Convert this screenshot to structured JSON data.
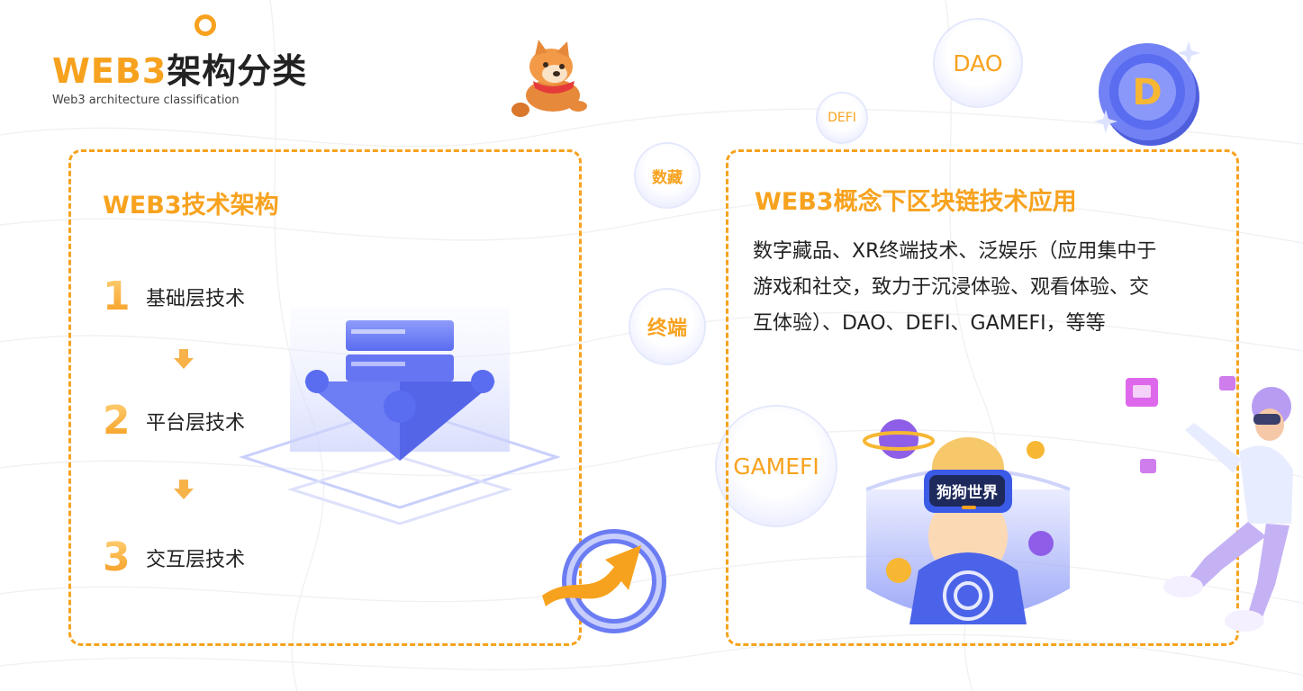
{
  "header": {
    "title_accent": "WEB3",
    "title_rest": "架构分类",
    "subtitle": "Web3 architecture classification"
  },
  "left_panel": {
    "heading": "WEB3技术架构",
    "layers": [
      {
        "num": "1",
        "label": "基础层技术"
      },
      {
        "num": "2",
        "label": "平台层技术"
      },
      {
        "num": "3",
        "label": "交互层技术"
      }
    ]
  },
  "right_panel": {
    "heading": "WEB3概念下区块链技术应用",
    "description_lines": [
      "数字藏品、XR终端技术、泛娱乐（应用集中于",
      "游戏和社交，致力于沉浸体验、观看体验、交",
      "互体验）、DAO、DEFI、GAMEFI，等等"
    ],
    "vr_label": "狗狗世界"
  },
  "bubbles": {
    "dao": "DAO",
    "defi": "DEFI",
    "shuzang": "数藏",
    "zhongduan": "终端",
    "gamefi": "GAMEFI"
  },
  "coin_letter": "D",
  "icons": [
    "shiba-dog-icon",
    "coin-icon",
    "server-stack-icon",
    "growth-arrow-icon",
    "vr-portal-icon",
    "planet-icon",
    "vr-user-figure-icon"
  ],
  "colors": {
    "accent": "#f7a21e",
    "text": "#222222",
    "bubble_ring": "#d8dcfb",
    "blue": "#5a6cf0"
  }
}
